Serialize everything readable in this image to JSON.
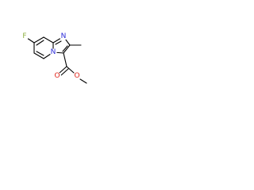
{
  "molecule": {
    "atoms": {
      "fluorine": "F",
      "ring_nitrogen_top": "N",
      "ring_nitrogen_bridge": "N",
      "carbonyl_oxygen": "O",
      "ester_oxygen": "O"
    },
    "colors": {
      "bond": "#000000",
      "fluorine": "#8db040",
      "nitrogen": "#2b2bd8",
      "oxygen": "#e0241a"
    }
  }
}
